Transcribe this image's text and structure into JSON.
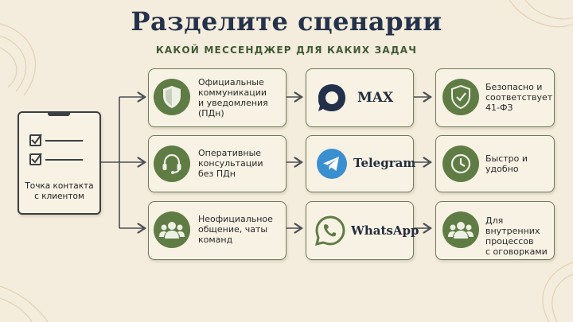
{
  "title": "Разделите сценарии",
  "subtitle": "КАКОЙ МЕССЕНДЖЕР ДЛЯ КАКИХ ЗАДАЧ",
  "source": {
    "label_line1": "Точка контакта",
    "label_line2": "с клиентом",
    "icon": "clipboard-checklist-icon"
  },
  "rows": [
    {
      "scenario_lines": [
        "Официальные",
        "коммуникации",
        "и уведомления",
        "(ПДн)"
      ],
      "scenario_icon": "shield-icon",
      "messenger": "MAX",
      "messenger_icon": "max-logo-icon",
      "benefit_lines": [
        "Безопасно и",
        "соответствует",
        "41-ФЗ"
      ],
      "benefit_icon": "shield-check-icon"
    },
    {
      "scenario_lines": [
        "Оперативные",
        "консультации",
        "без ПДн"
      ],
      "scenario_icon": "headset-icon",
      "messenger": "Telegram",
      "messenger_icon": "telegram-logo-icon",
      "benefit_lines": [
        "Быстро и",
        "удобно"
      ],
      "benefit_icon": "clock-icon"
    },
    {
      "scenario_lines": [
        "Неофициальное",
        "общение, чаты",
        "команд"
      ],
      "scenario_icon": "group-icon",
      "messenger": "WhatsApp",
      "messenger_icon": "whatsapp-logo-icon",
      "benefit_lines": [
        "Для внутренних",
        "процессов",
        "с оговорками"
      ],
      "benefit_icon": "group-icon"
    }
  ],
  "colors": {
    "background": "#f4ecdc",
    "icon_circle": "#5f7c44",
    "title": "#24324a",
    "subtitle": "#3f5a36",
    "telegram": "#3a8fd0",
    "whatsapp": "#5f7c44",
    "max": "#23304a"
  }
}
